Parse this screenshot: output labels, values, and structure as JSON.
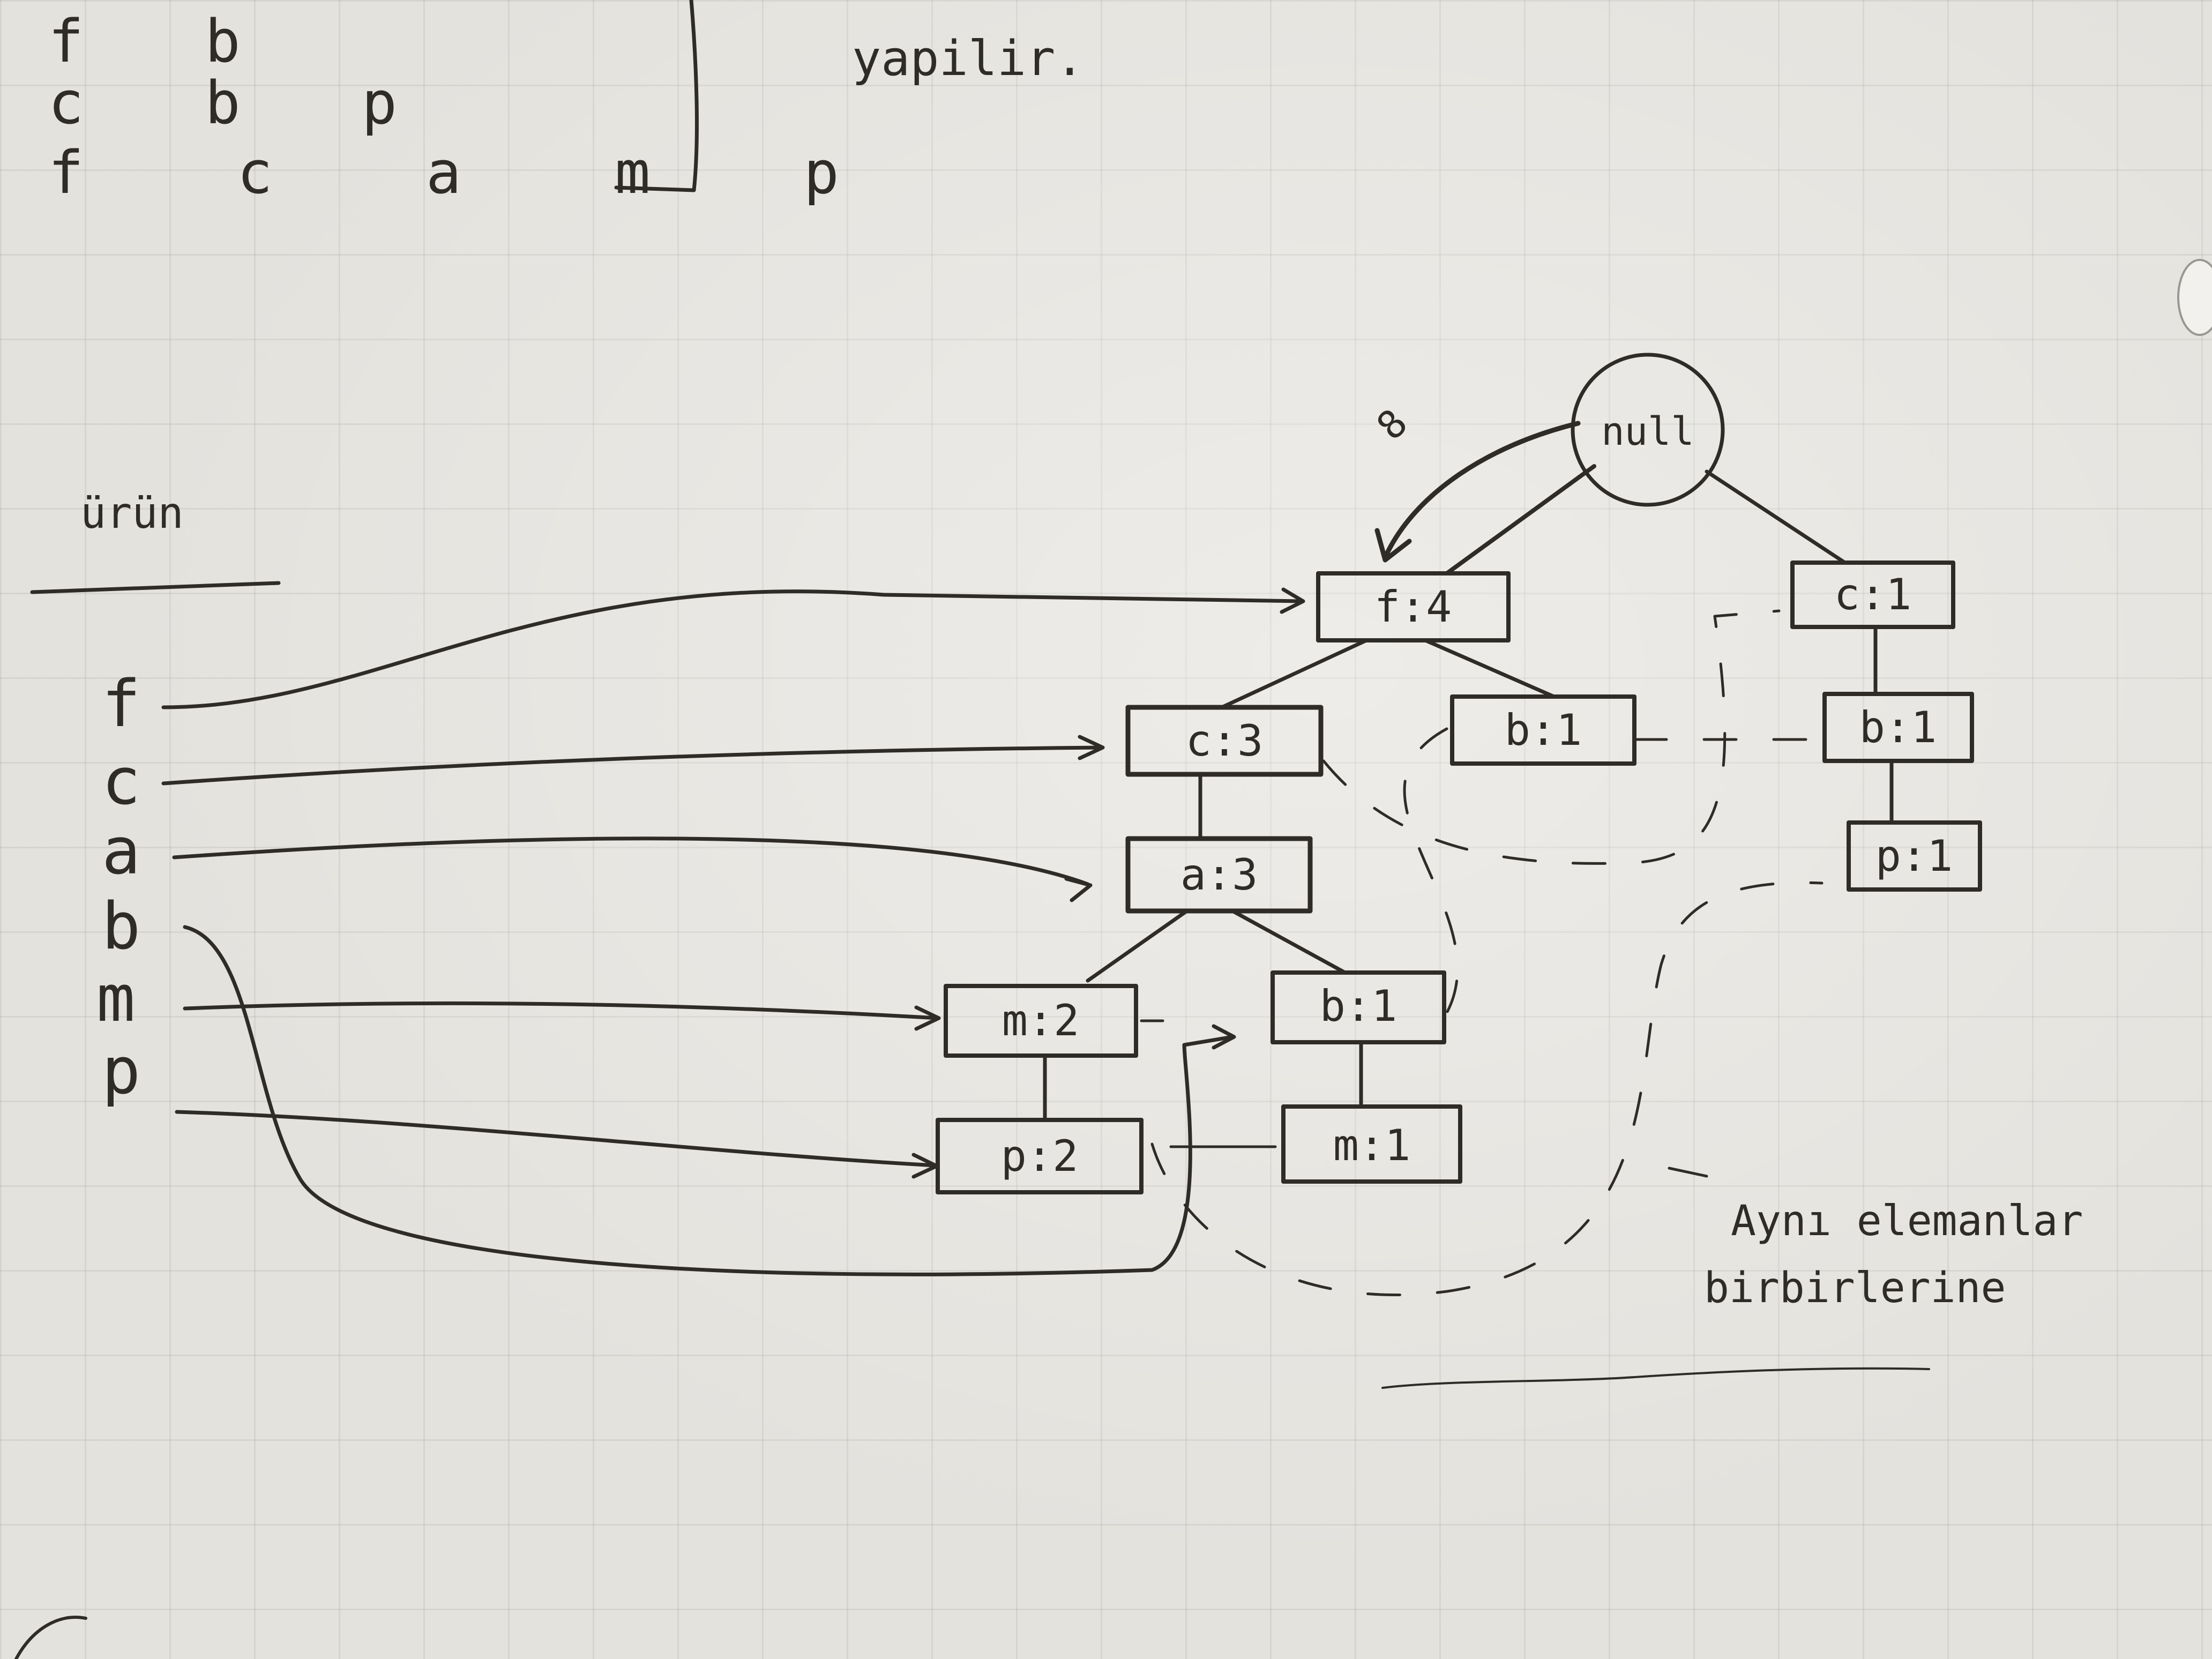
{
  "top_note": {
    "rows": [
      "f b",
      "c b p",
      "f c a m p"
    ],
    "text": "yapilir."
  },
  "header_label": "ürün",
  "header_items": [
    "f",
    "c",
    "a",
    "b",
    "m",
    "p"
  ],
  "tree": {
    "root_label": "null",
    "edge_label": "8",
    "nodes": [
      {
        "id": "f4",
        "label": "f:4"
      },
      {
        "id": "c3",
        "label": "c:3"
      },
      {
        "id": "b1a",
        "label": "b:1"
      },
      {
        "id": "a3",
        "label": "a:3"
      },
      {
        "id": "m2",
        "label": "m:2"
      },
      {
        "id": "b1b",
        "label": "b:1"
      },
      {
        "id": "p2",
        "label": "p:2"
      },
      {
        "id": "m1",
        "label": "m:1"
      },
      {
        "id": "c1",
        "label": "c:1"
      },
      {
        "id": "b1c",
        "label": "b:1"
      },
      {
        "id": "p1",
        "label": "p:1"
      }
    ]
  },
  "note": {
    "line1": "Aynı elemanlar",
    "line2": "birbirlerine"
  },
  "colors": {
    "ink": "#2f2c28",
    "paper": "#e4e2dd",
    "grid": "#787878"
  }
}
